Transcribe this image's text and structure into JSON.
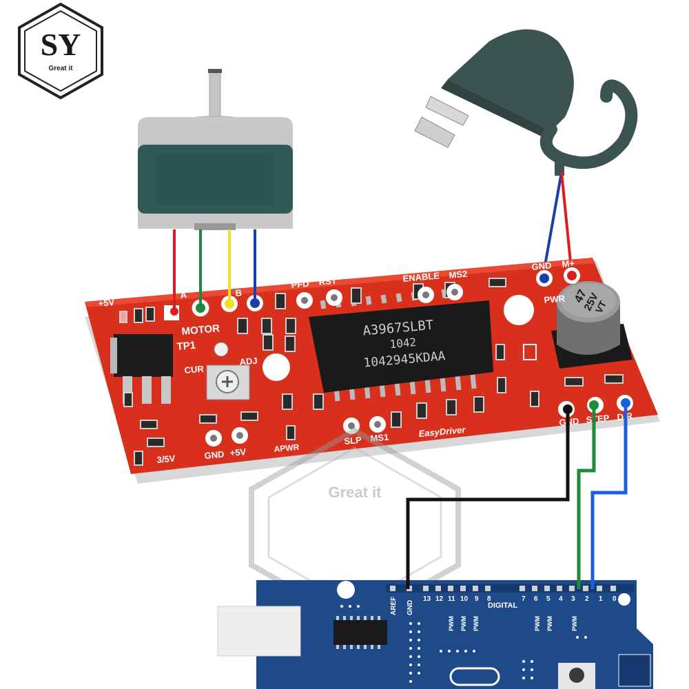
{
  "logo": {
    "letters": "SY",
    "tagline": "Great it",
    "color": "#1a1a1a"
  },
  "watermark": {
    "text": "Great it"
  },
  "driver_board": {
    "name": "EasyDriver",
    "color": "#d9301e",
    "chip": {
      "line1": "A3967SLBT",
      "line2": "1042",
      "line3": "1042945KDAA"
    },
    "capacitor": {
      "line1": "47",
      "line2": "25V",
      "line3": "VT"
    },
    "labels": {
      "plus5v_top": "+5V",
      "a": "A",
      "b": "B",
      "motor": "MOTOR",
      "tp1": "TP1",
      "cur": "CUR",
      "adj": "ADJ",
      "pfd": "PFD",
      "rst": "RST",
      "enable": "ENABLE",
      "ms2": "MS2",
      "gnd_pwr": "GND",
      "m_plus": "M+",
      "pwr": "PWR",
      "v35": "3/5V",
      "gnd_bottom": "GND",
      "plus5v_bottom": "+5V",
      "apwr": "APWR",
      "slp": "SLP",
      "ms1": "MS1",
      "gnd_ctrl": "GND",
      "step": "STEP",
      "dir": "DIR"
    }
  },
  "arduino": {
    "color": "#1e4a8a",
    "header_labels": [
      "AREF",
      "GND",
      "13",
      "12",
      "11",
      "10",
      "9",
      "8",
      "7",
      "6",
      "5",
      "4",
      "3",
      "2",
      "1",
      "0"
    ],
    "digital": "DIGITAL",
    "pwm": "PWM"
  },
  "wires": {
    "motor": [
      "#e01b1b",
      "#1f8a3a",
      "#f0e020",
      "#1a3fa8"
    ],
    "power": [
      "#1a3fa8",
      "#e01b1b"
    ],
    "gnd": "#111111",
    "step": "#1f8a3a",
    "dir": "#1a5fe0"
  }
}
